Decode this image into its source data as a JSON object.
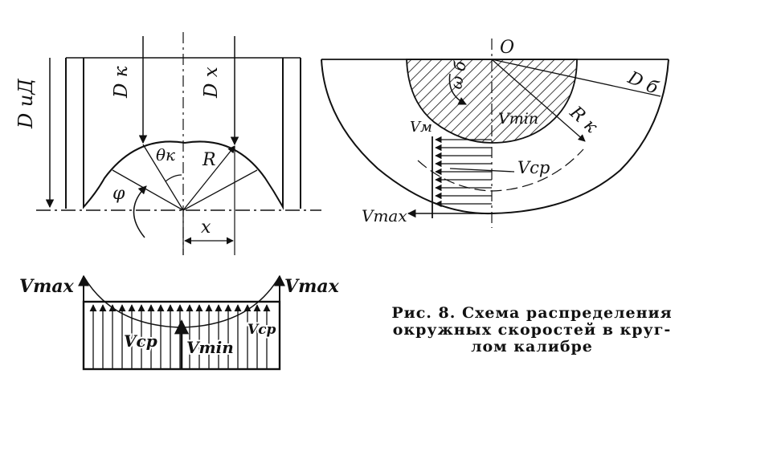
{
  "groove": {
    "labels": {
      "d_ia": "D иД",
      "d_k": "D к",
      "d_x": "D x",
      "theta_k": "θк",
      "r": "R",
      "phi": "φ",
      "x": "x"
    }
  },
  "roll": {
    "labels": {
      "o": "O",
      "omega": "ω б",
      "d_b": "D б",
      "v_m": "Vм",
      "v_min": "Vmin",
      "r_k": "R к",
      "v_cp": "Vср",
      "v_max": "Vmax"
    }
  },
  "distribution": {
    "labels": {
      "v_max_left": "Vmax",
      "v_max_right": "Vmax",
      "v_cp_left": "Vср",
      "v_min": "Vmin",
      "v_cp_right": "Vср"
    }
  },
  "caption": {
    "line1": "Рис. 8. Схема распределения",
    "line2": "окружных скоростей в круг-",
    "line3": "лом калибре"
  }
}
